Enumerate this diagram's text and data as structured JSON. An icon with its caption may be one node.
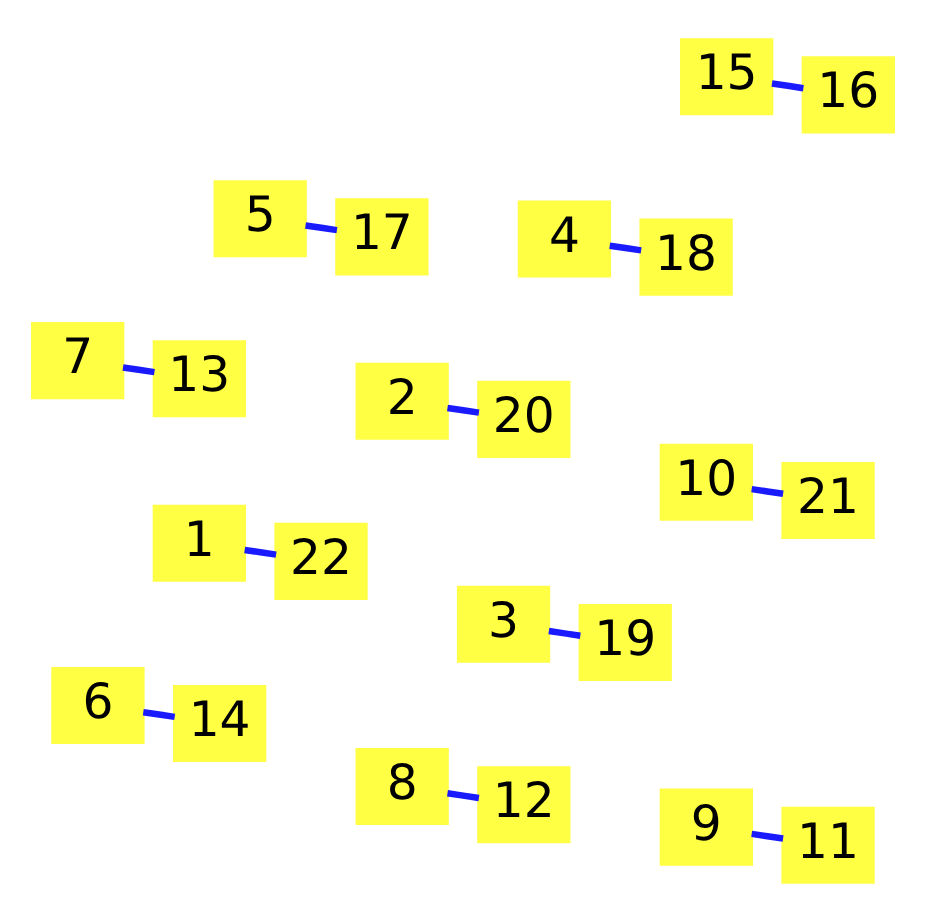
{
  "diagram": {
    "nodes": [
      {
        "text": [
          "1"
        ]
      },
      {
        "text": [
          "2"
        ]
      },
      {
        "text": [
          "3"
        ]
      },
      {
        "text": [
          "4"
        ]
      },
      {
        "text": [
          "5"
        ]
      },
      {
        "text": [
          "6"
        ]
      },
      {
        "text": [
          "7"
        ]
      },
      {
        "text": [
          "8"
        ]
      },
      {
        "text": [
          "9"
        ]
      },
      {
        "text": [
          "10"
        ]
      },
      {
        "text": [
          "11"
        ]
      },
      {
        "text": [
          "12"
        ]
      },
      {
        "text": [
          "13"
        ]
      },
      {
        "text": [
          "14"
        ]
      },
      {
        "text": [
          "15"
        ]
      },
      {
        "text": [
          "16"
        ]
      },
      {
        "text": [
          "17"
        ]
      },
      {
        "text": [
          "18"
        ]
      },
      {
        "text": [
          "19"
        ]
      },
      {
        "text": [
          "20"
        ]
      },
      {
        "text": [
          "21"
        ]
      },
      {
        "text": [
          "22"
        ]
      }
    ],
    "edges": [
      {
        "from": 0,
        "to": 21,
        "arrow": "none"
      },
      {
        "from": 1,
        "to": 19,
        "arrow": "none"
      },
      {
        "from": 2,
        "to": 18,
        "arrow": "none"
      },
      {
        "from": 3,
        "to": 17,
        "arrow": "none"
      },
      {
        "from": 4,
        "to": 16,
        "arrow": "none"
      },
      {
        "from": 5,
        "to": 13,
        "arrow": "none"
      },
      {
        "from": 6,
        "to": 12,
        "arrow": "none"
      },
      {
        "from": 7,
        "to": 11,
        "arrow": "none"
      },
      {
        "from": 8,
        "to": 10,
        "arrow": "none"
      },
      {
        "from": 9,
        "to": 20,
        "arrow": "none"
      },
      {
        "from": 14,
        "to": 15,
        "arrow": "none"
      }
    ]
  }
}
